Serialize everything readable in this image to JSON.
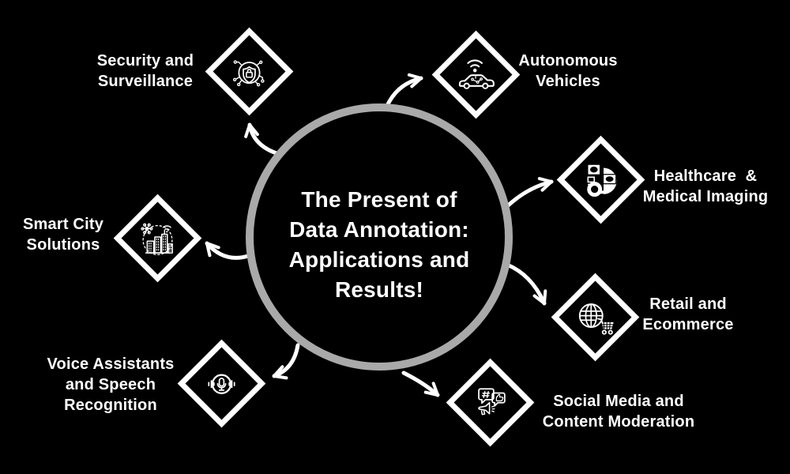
{
  "colors": {
    "background": "#000000",
    "foreground": "#ffffff",
    "ring": "#a9a9a9"
  },
  "center": {
    "lines": [
      "The Present of",
      "Data Annotation:",
      "Applications and",
      "Results!"
    ]
  },
  "nodes": [
    {
      "id": "security-surveillance",
      "icon": "security-lock-icon",
      "lines": [
        "Security and",
        "Surveillance"
      ]
    },
    {
      "id": "autonomous-vehicles",
      "icon": "autonomous-car-icon",
      "lines": [
        "Autonomous",
        "Vehicles"
      ]
    },
    {
      "id": "healthcare-medical-imaging",
      "icon": "medical-imaging-icon",
      "lines": [
        "Healthcare  &",
        "Medical Imaging"
      ]
    },
    {
      "id": "retail-ecommerce",
      "icon": "globe-cart-icon",
      "lines": [
        "Retail and",
        "Ecommerce"
      ]
    },
    {
      "id": "social-media-content-moderation",
      "icon": "social-bubbles-megaphone-icon",
      "lines": [
        "Social Media and",
        "Content Moderation"
      ]
    },
    {
      "id": "voice-assistants-speech-recognition",
      "icon": "microphone-waveform-icon",
      "lines": [
        "Voice Assistants",
        "and Speech",
        "Recognition"
      ]
    },
    {
      "id": "smart-city-solutions",
      "icon": "smart-city-icon",
      "lines": [
        "Smart City",
        "Solutions"
      ]
    }
  ]
}
